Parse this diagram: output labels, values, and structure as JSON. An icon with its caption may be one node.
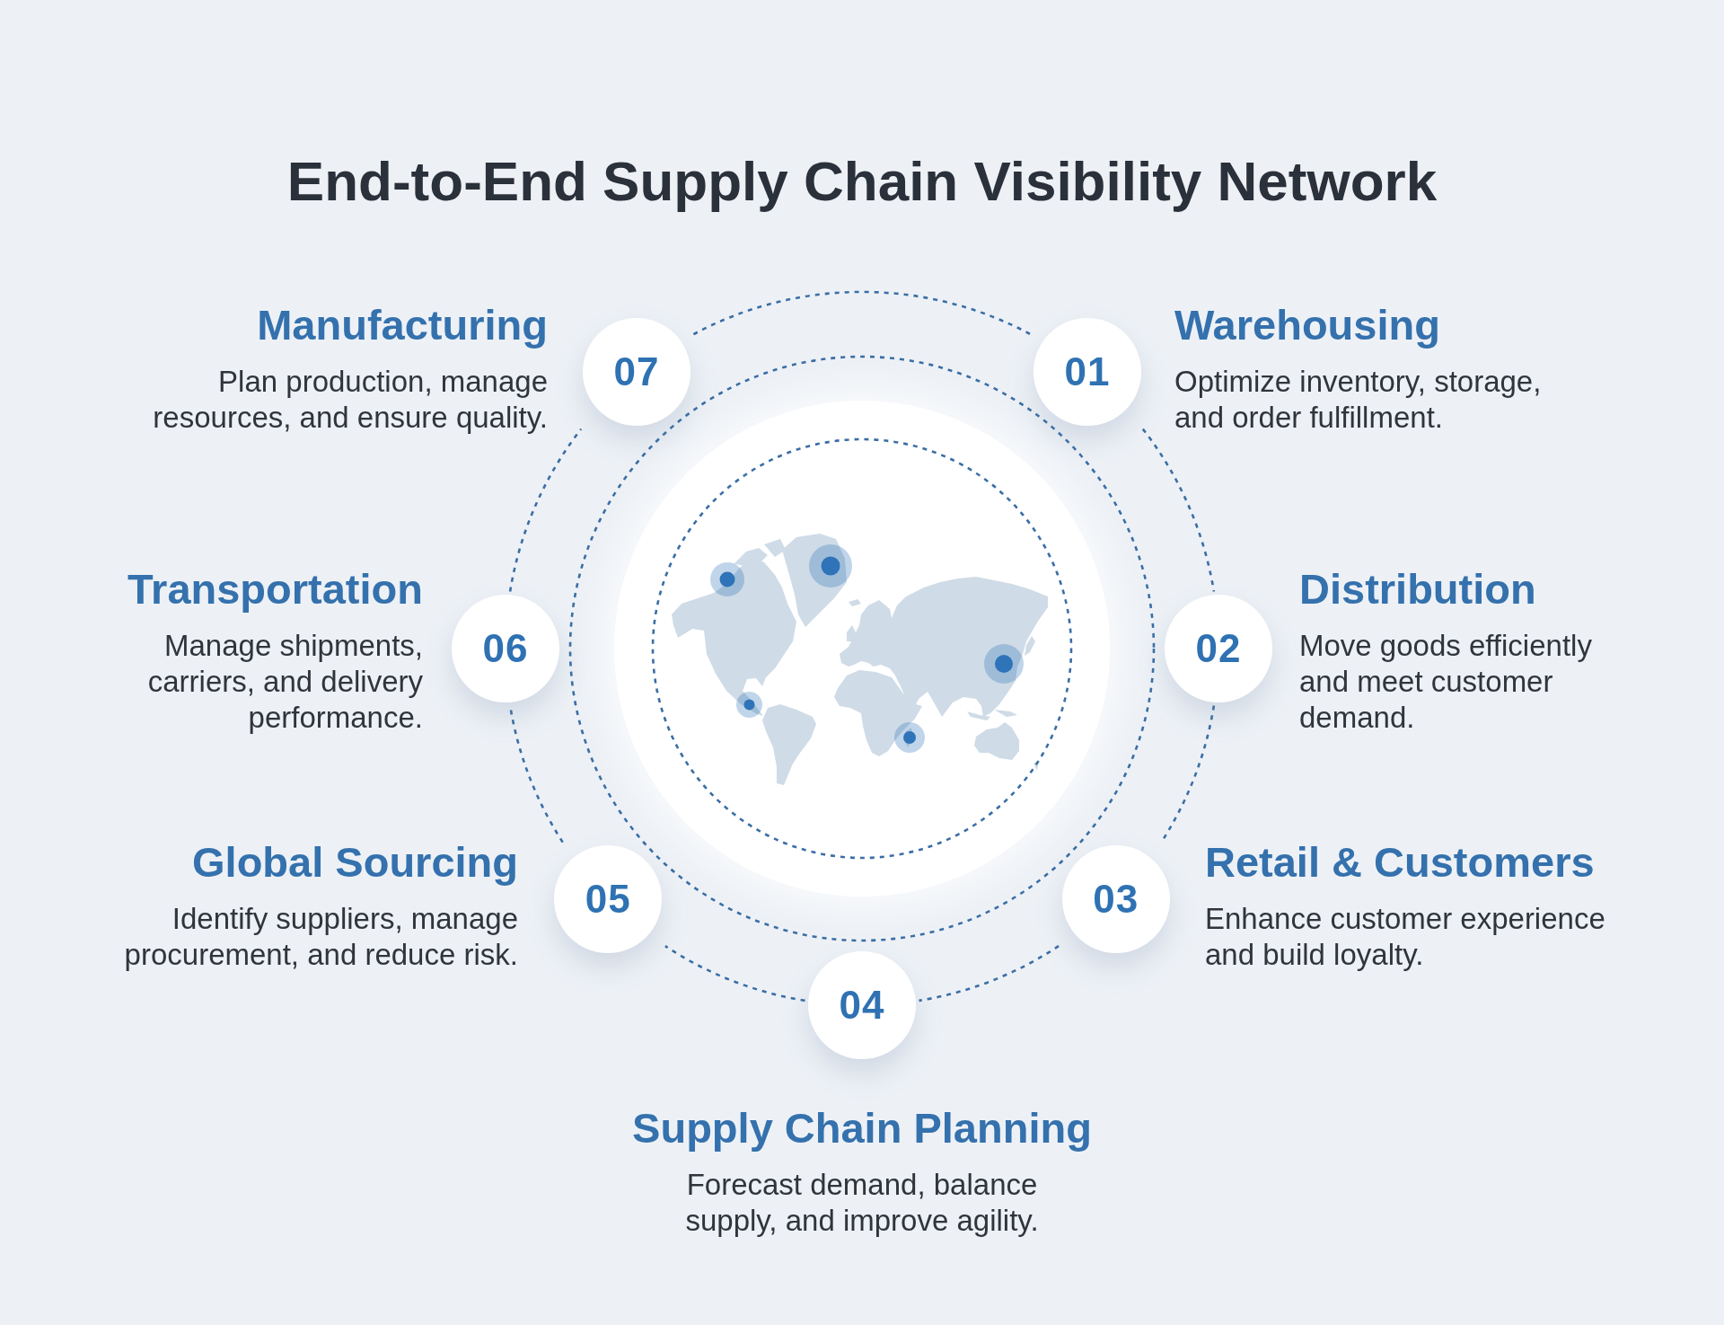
{
  "diagram": {
    "title": "End-to-End Supply Chain Visibility Network",
    "nodes": [
      {
        "text": [
          "01"
        ],
        "beside": [
          "Warehousing",
          "Optimize inventory, storage, and order fulfillment."
        ]
      },
      {
        "text": [
          "02"
        ],
        "beside": [
          "Distribution",
          "Move goods efficiently and meet customer demand."
        ]
      },
      {
        "text": [
          "03"
        ],
        "beside": [
          "Retail & Customers",
          "Enhance customer experience and build loyalty."
        ]
      },
      {
        "text": [
          "04"
        ],
        "beside": [
          "Supply Chain Planning",
          "Forecast demand, balance supply, and improve agility."
        ]
      },
      {
        "text": [
          "05"
        ],
        "beside": [
          "Global Sourcing",
          "Identify suppliers, manage procurement, and reduce risk."
        ]
      },
      {
        "text": [
          "06"
        ],
        "beside": [
          "Transportation",
          "Manage shipments, carriers, and delivery performance."
        ]
      },
      {
        "text": [
          "07"
        ],
        "beside": [
          "Manufacturing",
          "Plan production, manage resources, and ensure quality."
        ]
      }
    ],
    "edges": [
      {
        "from": 0,
        "to": 1,
        "arrow": "none",
        "style": "dashed"
      },
      {
        "from": 1,
        "to": 2,
        "arrow": "none",
        "style": "dashed"
      },
      {
        "from": 2,
        "to": 3,
        "arrow": "none",
        "style": "dashed"
      },
      {
        "from": 3,
        "to": 4,
        "arrow": "none",
        "style": "dashed"
      },
      {
        "from": 4,
        "to": 5,
        "arrow": "none",
        "style": "dashed"
      },
      {
        "from": 5,
        "to": 6,
        "arrow": "none",
        "style": "dashed"
      },
      {
        "from": 6,
        "to": 0,
        "arrow": "none",
        "style": "dashed"
      }
    ]
  }
}
